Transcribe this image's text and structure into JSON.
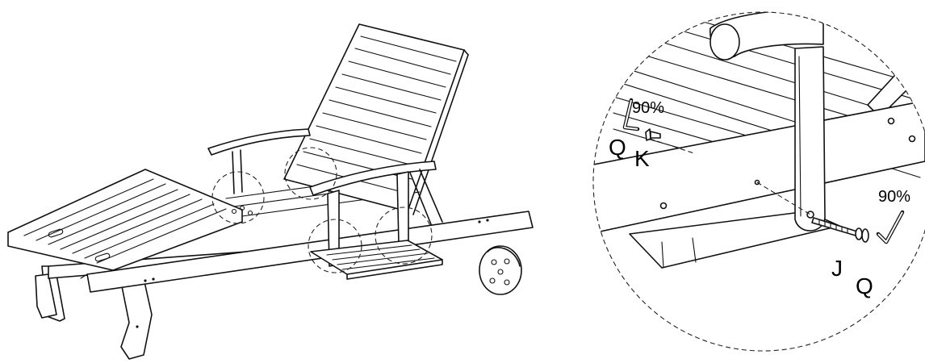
{
  "labels": {
    "angle_left": "90%",
    "angle_right": "90%",
    "key_q_left": "Q",
    "screw_k": "K",
    "bolt_j": "J",
    "key_q_right": "Q"
  },
  "colors": {
    "line": "#111111",
    "background": "#ffffff"
  }
}
